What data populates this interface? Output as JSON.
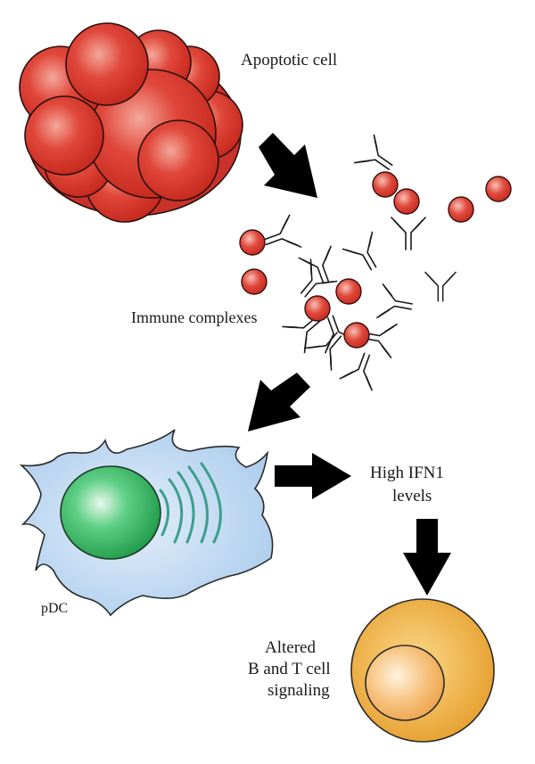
{
  "labels": {
    "apoptotic_cell": "Apoptotic cell",
    "immune_complexes": "Immune complexes",
    "pdc": "pDC",
    "high_ifn1_line1": "High IFN1",
    "high_ifn1_line2": "levels",
    "altered_line1": "Altered",
    "altered_line2": "B and T cell",
    "altered_line3": "signaling"
  },
  "colors": {
    "apoptotic_red": "#d8382a",
    "nucleus_green": "#2fae5a",
    "pdc_blue": "#b9d6f0",
    "lymphocyte_orange": "#eca534",
    "arrow_black": "#000000"
  }
}
